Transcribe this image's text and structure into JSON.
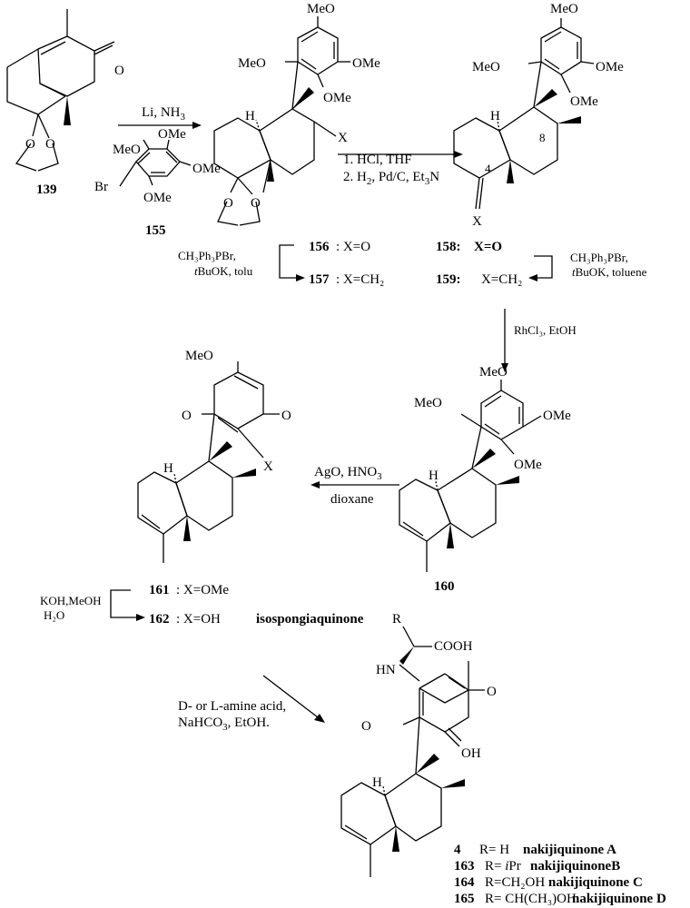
{
  "compounds": {
    "c139": "139",
    "c155": "155",
    "c156": "156",
    "c157": "157",
    "c158": "158:",
    "c159": "159:",
    "c160": "160",
    "c161": "161",
    "c162": "162",
    "c4": "4",
    "c163": "163",
    "c164": "164",
    "c165": "165"
  },
  "atoms": {
    "ome": "OMe",
    "meo": "MeO",
    "o": "O",
    "x": "X",
    "h": "H",
    "br": "Br",
    "nh": "HN",
    "r": "R",
    "cooh": "COOH",
    "oh": "OH",
    "n8": "8",
    "n4": "4"
  },
  "reagents": {
    "step1": "Li, NH",
    "step1_sub": "3",
    "step2a": "1. HCl, THF",
    "step2b": "2. H",
    "step2b_sub": "2",
    "step2b_rest": ", Pd/C, Et",
    "step2b_sub2": "3",
    "step2b_end": "N",
    "wittig_left_1": "CH₃Ph₃PBr,",
    "wittig_left_2a": "t",
    "wittig_left_2b": "BuOK, tolu",
    "wittig_right_1": "CH₃Ph₃PBr,",
    "wittig_right_2a": "t",
    "wittig_right_2b": "BuOK, toluene",
    "rh": "RhCl₃, EtOH",
    "ago": "AgO, HNO",
    "ago_sub": "3",
    "dioxane": "dioxane",
    "koh1": "KOH,MeOH",
    "koh2": "H₂O",
    "amine1": "D- or L-amine acid,",
    "amine2": "NaHCO",
    "amine2_sub": "3",
    "amine2_end": ", EtOH."
  },
  "labels": {
    "l156": ":  X=O",
    "l157": ":  X=CH₂",
    "l158": "X=O",
    "l159": "X=CH₂",
    "l161": ":  X=OMe",
    "l162": ":   X=OH",
    "l162_name": "isospongiaquinone",
    "l4a": "R= H",
    "l4b": "nakijiquinone A",
    "l163a": "R= ",
    "l163i": "i",
    "l163p": "Pr",
    "l163b": "nakijiquinoneB",
    "l164a": "R=CH₂OH",
    "l164b": "nakijiquinone C",
    "l165a": "R= CH(CH₃)OH",
    "l165b": "nakijiquinone D"
  }
}
